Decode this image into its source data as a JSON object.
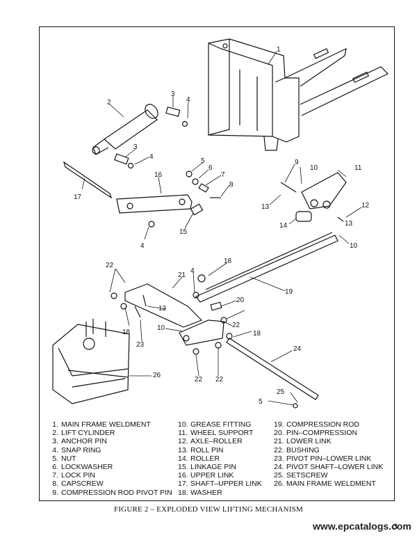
{
  "diagram": {
    "callouts": [
      "1",
      "2",
      "3",
      "4",
      "3",
      "4",
      "5",
      "6",
      "7",
      "8",
      "16",
      "17",
      "15",
      "4",
      "9",
      "10",
      "11",
      "12",
      "13",
      "14",
      "13",
      "10",
      "22",
      "21",
      "18",
      "19",
      "20",
      "4",
      "13",
      "18",
      "23",
      "10",
      "22",
      "18",
      "24",
      "26",
      "22",
      "22",
      "25",
      "5"
    ]
  },
  "legend": {
    "column1": [
      {
        "num": "1.",
        "label": "MAIN FRAME WELDMENT"
      },
      {
        "num": "2.",
        "label": "LIFT CYLINDER"
      },
      {
        "num": "3.",
        "label": "ANCHOR PIN"
      },
      {
        "num": "4.",
        "label": "SNAP RING"
      },
      {
        "num": "5.",
        "label": "NUT"
      },
      {
        "num": "6.",
        "label": "LOCKWASHER"
      },
      {
        "num": "7.",
        "label": "LOCK PIN"
      },
      {
        "num": "8.",
        "label": "CAPSCREW"
      },
      {
        "num": "9.",
        "label": "COMPRESSION ROD PIVOT PIN"
      }
    ],
    "column2": [
      {
        "num": "10.",
        "label": "GREASE FITTING"
      },
      {
        "num": "11.",
        "label": "WHEEL SUPPORT"
      },
      {
        "num": "12.",
        "label": "AXLE–ROLLER"
      },
      {
        "num": "13.",
        "label": "ROLL PIN"
      },
      {
        "num": "14.",
        "label": "ROLLER"
      },
      {
        "num": "15.",
        "label": "LINKAGE PIN"
      },
      {
        "num": "16.",
        "label": "UPPER LINK"
      },
      {
        "num": "17.",
        "label": "SHAFT–UPPER LINK"
      },
      {
        "num": "18.",
        "label": "WASHER"
      }
    ],
    "column3": [
      {
        "num": "19.",
        "label": "COMPRESSION ROD"
      },
      {
        "num": "20.",
        "label": "PIN–COMPRESSION"
      },
      {
        "num": "21.",
        "label": "LOWER LINK"
      },
      {
        "num": "22.",
        "label": "BUSHING"
      },
      {
        "num": "23.",
        "label": "PIVOT PIN–LOWER LINK"
      },
      {
        "num": "24.",
        "label": "PIVOT SHAFT–LOWER LINK"
      },
      {
        "num": "25.",
        "label": "SETSCREW"
      },
      {
        "num": "26.",
        "label": "MAIN FRAME WELDMENT"
      }
    ]
  },
  "caption": "FIGURE 2 – EXPLODED VIEW LIFTING MECHANISM",
  "watermark": "www.epcatalogs.com",
  "page_number": "3"
}
